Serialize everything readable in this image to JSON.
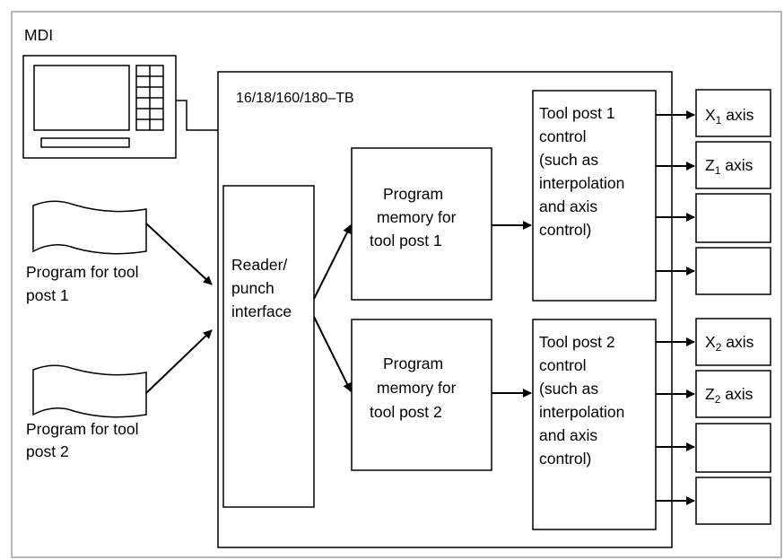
{
  "mdi_label": "MDI",
  "controller_label": "16/18/160/180–TB",
  "programs": [
    {
      "line1": "Program for tool",
      "line2": "post 1"
    },
    {
      "line1": "Program for tool",
      "line2": "post 2"
    }
  ],
  "reader_punch": {
    "lines": [
      "Reader/",
      "punch",
      "interface"
    ]
  },
  "memory_1": {
    "lines": [
      "Program",
      "memory for",
      "tool post 1"
    ]
  },
  "memory_2": {
    "lines": [
      "Program",
      "memory for",
      "tool post 2"
    ]
  },
  "control_1": {
    "lines": [
      "Tool post 1",
      "control",
      "(such as",
      "interpolation",
      "and axis",
      "control)"
    ]
  },
  "control_2": {
    "lines": [
      "Tool post 2",
      "control",
      "(such as",
      "interpolation",
      "and axis",
      "control)"
    ]
  },
  "axes": [
    {
      "letter": "X",
      "index": "1",
      "suffix": " axis"
    },
    {
      "letter": "Z",
      "index": "1",
      "suffix": " axis"
    },
    {
      "letter": "X",
      "index": "2",
      "suffix": " axis"
    },
    {
      "letter": "Z",
      "index": "2",
      "suffix": " axis"
    }
  ]
}
